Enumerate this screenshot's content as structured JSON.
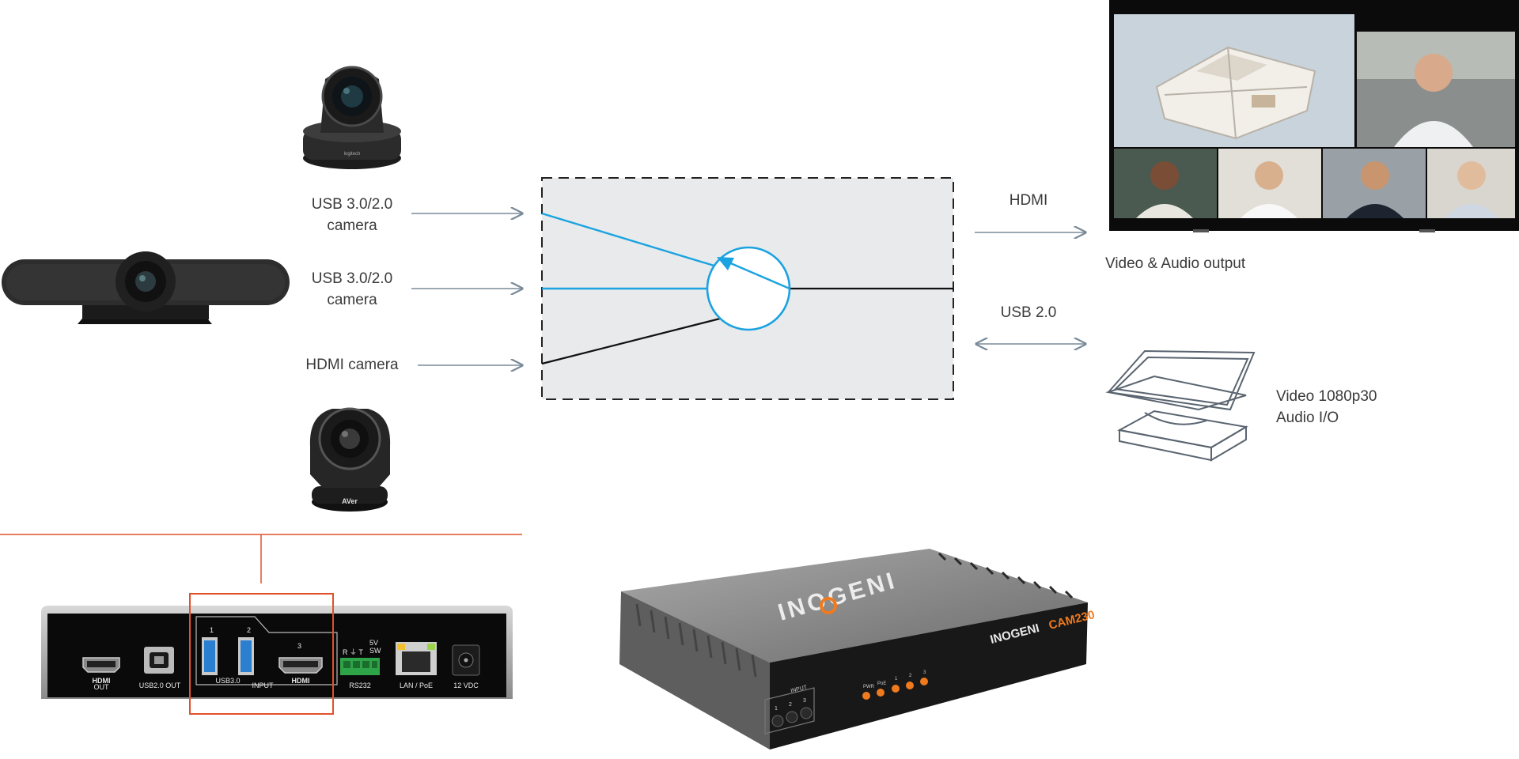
{
  "inputs": [
    {
      "label_line1": "USB 3.0/2.0",
      "label_line2": "camera"
    },
    {
      "label_line1": "USB 3.0/2.0",
      "label_line2": "camera"
    },
    {
      "label": "HDMI camera"
    }
  ],
  "outputs": {
    "hdmi": {
      "label": "HDMI",
      "caption": "Video & Audio output"
    },
    "usb": {
      "label": "USB 2.0",
      "caption_line1": "Video 1080p30",
      "caption_line2": "Audio I/O"
    }
  },
  "camera_brands": {
    "ptz_top": "logitech",
    "ptz_bottom": "AVer"
  },
  "rear_panel": {
    "hdmi_out": "HDMI",
    "hdmi_out_sub": "OUT",
    "usb_out": "USB2.0 OUT",
    "port_1": "1",
    "port_2": "2",
    "port_3": "3",
    "usb3": "USB3.0",
    "input": "INPUT",
    "hdmi_in": "HDMI",
    "rs232_pins": "R  ⏚  T",
    "rs232_5v": "5V",
    "rs232_sw": "SW",
    "rs232": "RS232",
    "lan": "LAN / PoE",
    "dc": "12 VDC"
  },
  "device": {
    "brand": "INOGENI",
    "model": "CAM230",
    "input_label": "INPUT",
    "buttons": [
      "1",
      "2",
      "3"
    ],
    "leds": [
      "PWR",
      "PoE",
      "1",
      "2",
      "3"
    ]
  },
  "colors": {
    "accent_blue": "#1aa3e0",
    "highlight_orange": "#e0522a",
    "device_orange": "#f07a1e",
    "arrow_gray": "#7a8a99"
  }
}
